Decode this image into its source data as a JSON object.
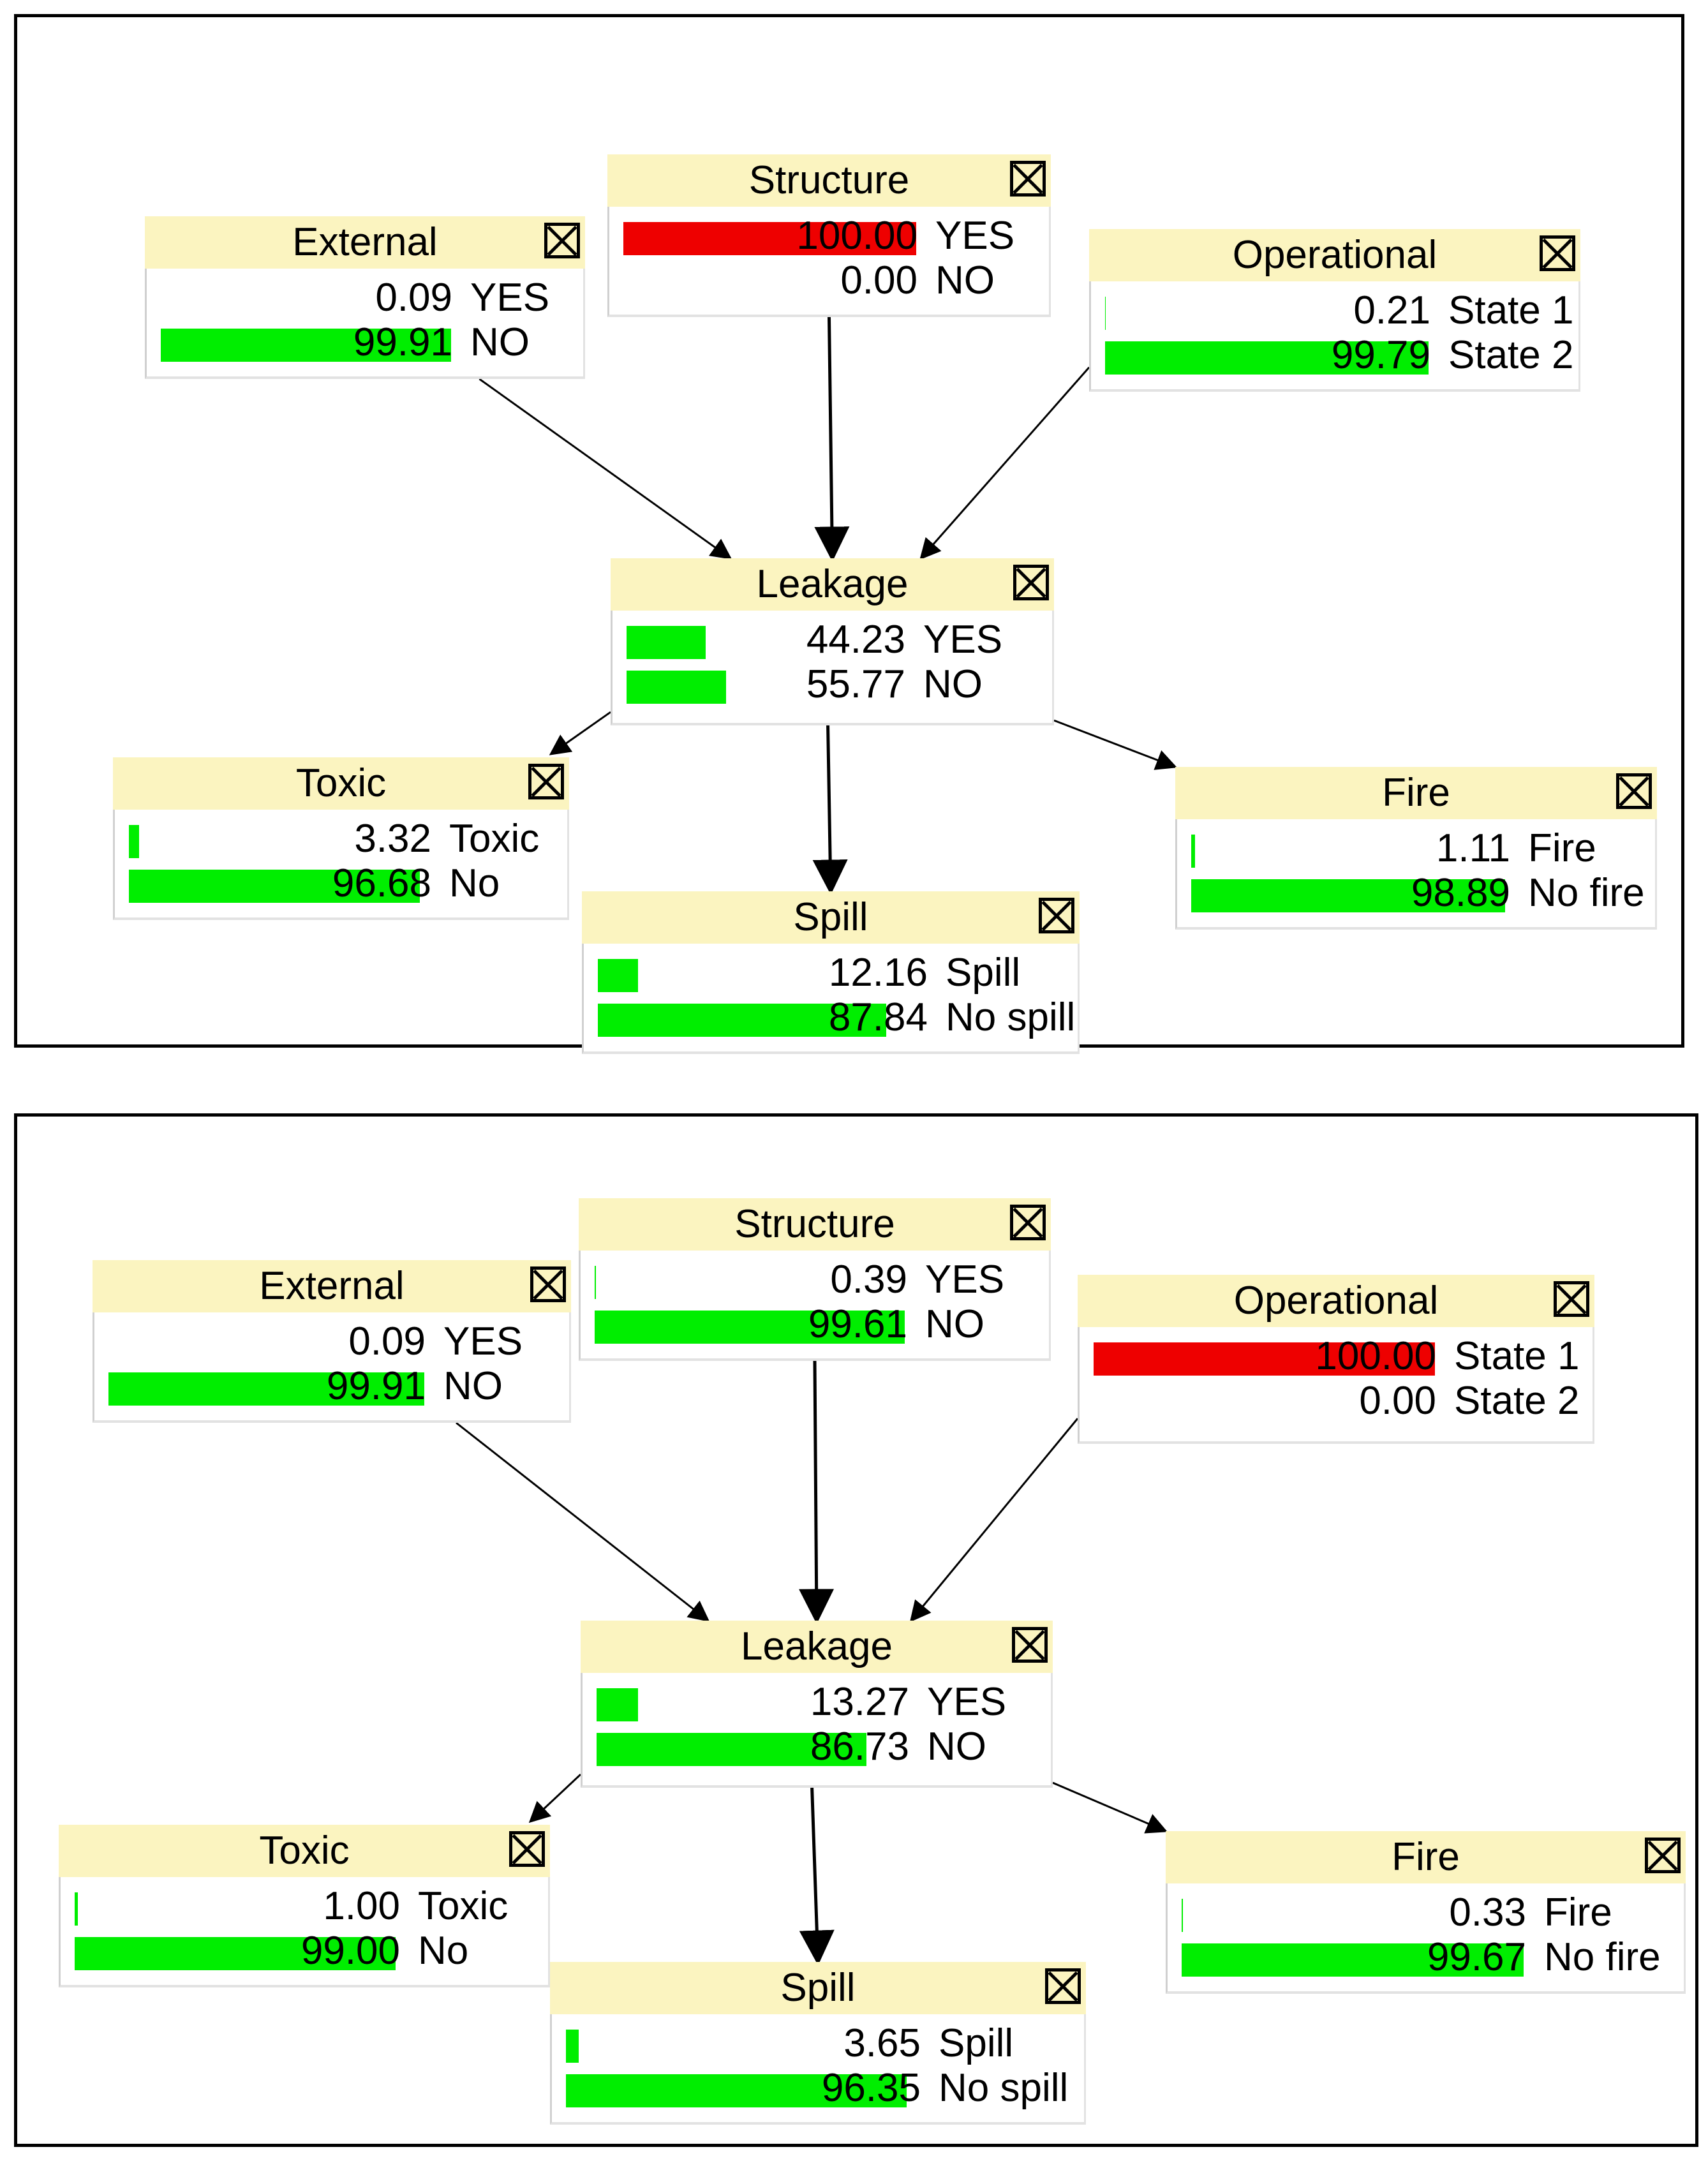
{
  "colors": {
    "title_bg": "#fbf4c0",
    "bar_normal": "#00ee00",
    "bar_evidence": "#ee0000"
  },
  "panels": [
    {
      "nodes": {
        "structure": {
          "title": "Structure",
          "states": [
            {
              "value": "100.00",
              "label": "YES",
              "pct": 100.0,
              "evidence": true
            },
            {
              "value": "0.00",
              "label": "NO",
              "pct": 0.0
            }
          ]
        },
        "external": {
          "title": "External",
          "states": [
            {
              "value": "0.09",
              "label": "YES",
              "pct": 0.09
            },
            {
              "value": "99.91",
              "label": "NO",
              "pct": 99.91
            }
          ]
        },
        "operational": {
          "title": "Operational",
          "states": [
            {
              "value": "0.21",
              "label": "State 1",
              "pct": 0.21
            },
            {
              "value": "99.79",
              "label": "State 2",
              "pct": 99.79
            }
          ]
        },
        "leakage": {
          "title": "Leakage",
          "states": [
            {
              "value": "44.23",
              "label": "YES",
              "pct": 44.23
            },
            {
              "value": "55.77",
              "label": "NO",
              "pct": 55.77
            }
          ]
        },
        "toxic": {
          "title": "Toxic",
          "states": [
            {
              "value": "3.32",
              "label": "Toxic",
              "pct": 3.32
            },
            {
              "value": "96.68",
              "label": "No",
              "pct": 96.68
            }
          ]
        },
        "spill": {
          "title": "Spill",
          "states": [
            {
              "value": "12.16",
              "label": "Spill",
              "pct": 12.16
            },
            {
              "value": "87.84",
              "label": "No spill",
              "pct": 87.84
            }
          ]
        },
        "fire": {
          "title": "Fire",
          "states": [
            {
              "value": "1.11",
              "label": "Fire",
              "pct": 1.11
            },
            {
              "value": "98.89",
              "label": "No fire",
              "pct": 98.89
            }
          ]
        }
      }
    },
    {
      "nodes": {
        "structure": {
          "title": "Structure",
          "states": [
            {
              "value": "0.39",
              "label": "YES",
              "pct": 0.39
            },
            {
              "value": "99.61",
              "label": "NO",
              "pct": 99.61
            }
          ]
        },
        "external": {
          "title": "External",
          "states": [
            {
              "value": "0.09",
              "label": "YES",
              "pct": 0.09
            },
            {
              "value": "99.91",
              "label": "NO",
              "pct": 99.91
            }
          ]
        },
        "operational": {
          "title": "Operational",
          "states": [
            {
              "value": "100.00",
              "label": "State 1",
              "pct": 100.0,
              "evidence": true
            },
            {
              "value": "0.00",
              "label": "State 2",
              "pct": 0.0
            }
          ]
        },
        "leakage": {
          "title": "Leakage",
          "states": [
            {
              "value": "13.27",
              "label": "YES",
              "pct": 13.27
            },
            {
              "value": "86.73",
              "label": "NO",
              "pct": 86.73
            }
          ]
        },
        "toxic": {
          "title": "Toxic",
          "states": [
            {
              "value": "1.00",
              "label": "Toxic",
              "pct": 1.0
            },
            {
              "value": "99.00",
              "label": "No",
              "pct": 99.0
            }
          ]
        },
        "spill": {
          "title": "Spill",
          "states": [
            {
              "value": "3.65",
              "label": "Spill",
              "pct": 3.65
            },
            {
              "value": "96.35",
              "label": "No spill",
              "pct": 96.35
            }
          ]
        },
        "fire": {
          "title": "Fire",
          "states": [
            {
              "value": "0.33",
              "label": "Fire",
              "pct": 0.33
            },
            {
              "value": "99.67",
              "label": "No fire",
              "pct": 99.67
            }
          ]
        }
      }
    }
  ],
  "edges": [
    [
      "external",
      "leakage"
    ],
    [
      "structure",
      "leakage"
    ],
    [
      "operational",
      "leakage"
    ],
    [
      "leakage",
      "toxic"
    ],
    [
      "leakage",
      "spill"
    ],
    [
      "leakage",
      "fire"
    ]
  ]
}
